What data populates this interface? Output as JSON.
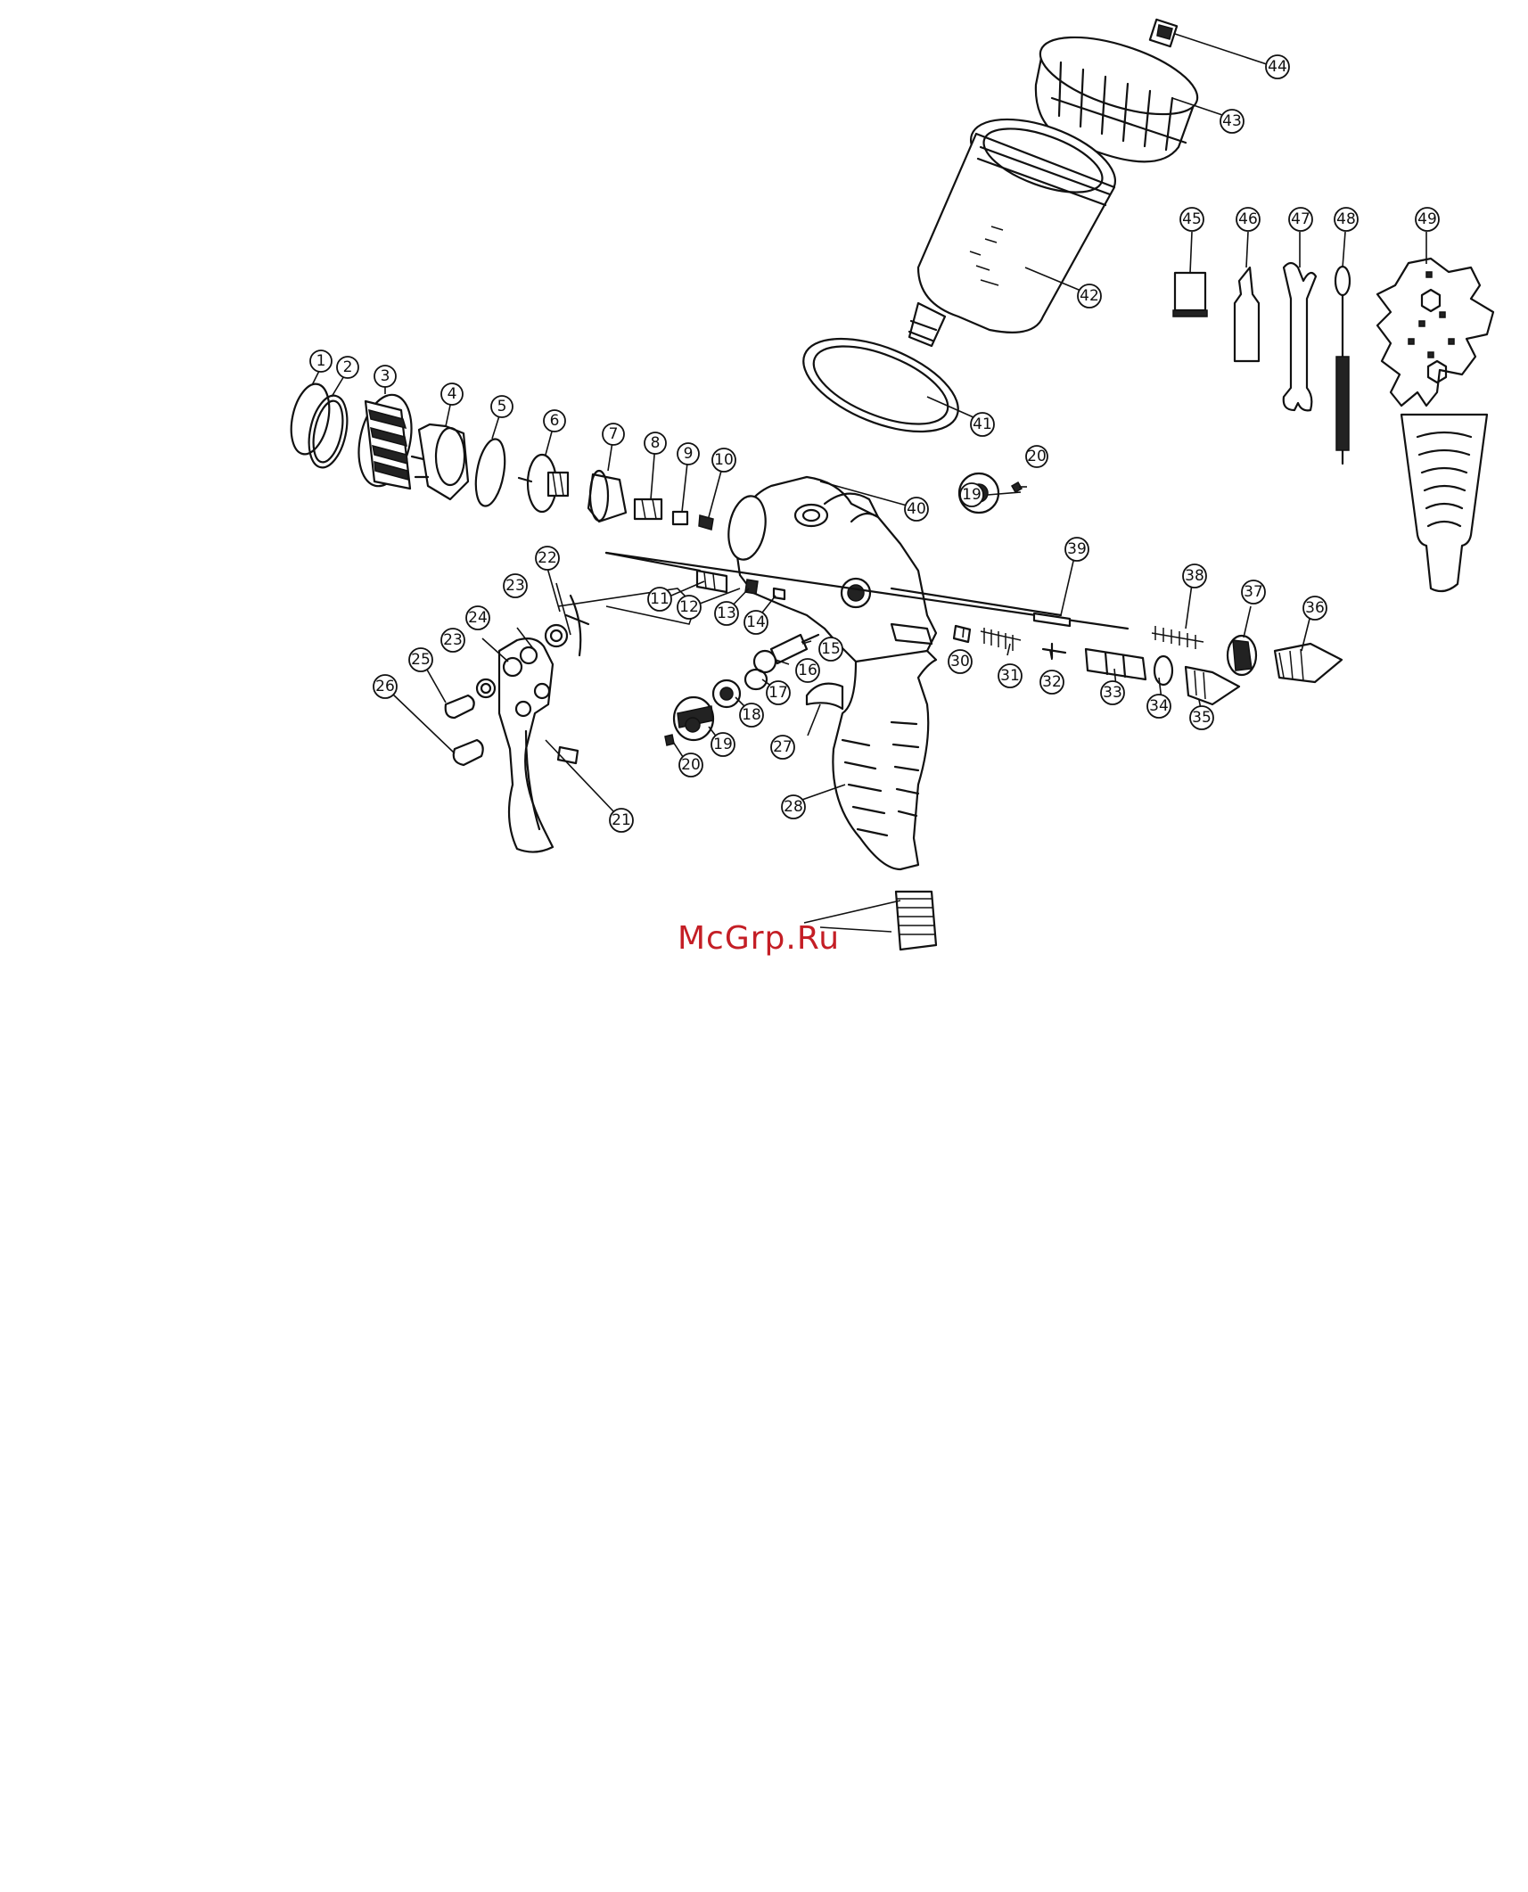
{
  "diagram": {
    "callouts": [
      "1",
      "2",
      "3",
      "4",
      "5",
      "6",
      "7",
      "8",
      "9",
      "10",
      "11",
      "12",
      "13",
      "14",
      "15",
      "16",
      "17",
      "18",
      "19",
      "20",
      "21",
      "22",
      "23",
      "23",
      "24",
      "25",
      "26",
      "27",
      "28",
      "19",
      "20",
      "30",
      "31",
      "32",
      "33",
      "34",
      "35",
      "36",
      "37",
      "38",
      "39",
      "40",
      "41",
      "42",
      "43",
      "44",
      "45",
      "46",
      "47",
      "48",
      "49"
    ]
  },
  "watermark": {
    "text": "McGrp.Ru",
    "color": "#c41e25"
  }
}
